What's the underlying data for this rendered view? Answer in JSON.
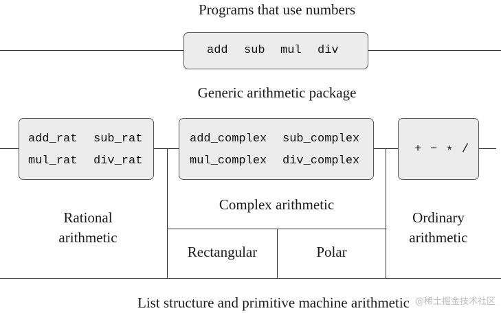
{
  "layers": {
    "top_label": "Programs that use numbers",
    "generic_label": "Generic arithmetic package",
    "bottom_label": "List structure and primitive machine arithmetic"
  },
  "generic_ops": [
    "add",
    "sub",
    "mul",
    "div"
  ],
  "rational": {
    "ops_row1": [
      "add_rat",
      "sub_rat"
    ],
    "ops_row2": [
      "mul_rat",
      "div_rat"
    ],
    "label_line1": "Rational",
    "label_line2": "arithmetic"
  },
  "complex": {
    "ops_row1": [
      "add_complex",
      "sub_complex"
    ],
    "ops_row2": [
      "mul_complex",
      "div_complex"
    ],
    "label": "Complex arithmetic",
    "rectangular_label": "Rectangular",
    "polar_label": "Polar"
  },
  "ordinary": {
    "ops": [
      "+",
      "−",
      "*",
      "/"
    ],
    "label_line1": "Ordinary",
    "label_line2": "arithmetic"
  },
  "watermark": "@稀土掘金技术社区"
}
